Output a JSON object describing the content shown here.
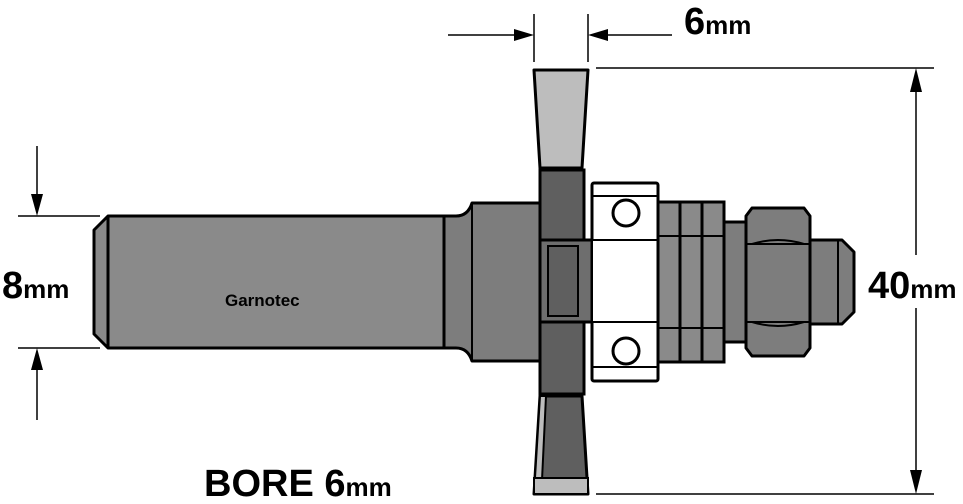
{
  "dimensions": {
    "top_width": {
      "value": "6",
      "unit": "mm"
    },
    "shank_diameter": {
      "value": "8",
      "unit": "mm"
    },
    "cutter_diameter": {
      "value": "40",
      "unit": "mm"
    },
    "bore": {
      "label": "BORE",
      "value": "6",
      "unit": "mm"
    }
  },
  "brand": "Garnotec",
  "colors": {
    "metal_dark": "#7d7d7d",
    "metal_mid": "#8a8a8a",
    "tip_light": "#bdbdbd",
    "cutter_dark": "#5f5f5f",
    "outline": "#000000"
  }
}
